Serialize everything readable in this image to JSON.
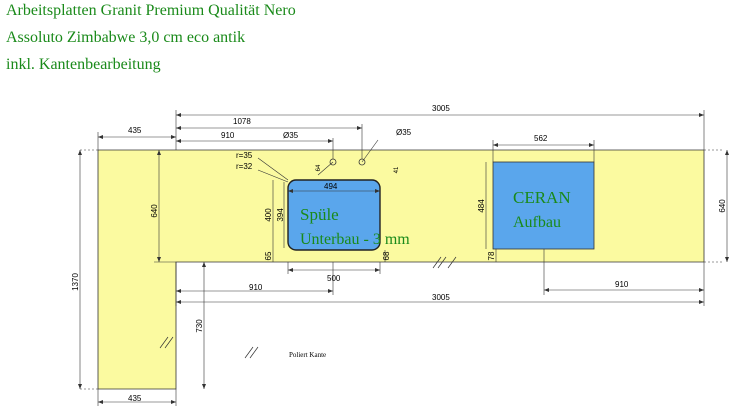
{
  "header": {
    "line1": "Arbeitsplatten Granit Premium Qualität Nero",
    "line2": "Assoluto Zimbabwe 3,0 cm eco antik",
    "line3": "inkl. Kantenbearbeitung"
  },
  "dimensions": {
    "total_width_top": "3005",
    "total_width_bottom": "3005",
    "l_leg_width_top": "435",
    "l_leg_width_bottom": "435",
    "l_leg_height": "1370",
    "counter_depth_left": "640",
    "counter_depth_right": "640",
    "sink_offset_1078": "1078",
    "sink_offset_910_top": "910",
    "sink_offset_910_bottom": "910",
    "hole1": "Ø35",
    "hole2": "Ø35",
    "radius35": "r=35",
    "radius32": "r=32",
    "sink_width": "494",
    "sink_height_400": "400",
    "sink_height_394": "394",
    "sink_bottom_65": "65",
    "sink_total_500": "500",
    "sink_side_68": "68",
    "sink_top_64": "64",
    "sink_top_41": "41",
    "cooktop_width": "562",
    "cooktop_height": "484",
    "cooktop_bottom_78": "78",
    "cooktop_offset_910": "910",
    "leg_height_730": "730"
  },
  "labels": {
    "sink_line1": "Spüle",
    "sink_line2": "Unterbau - 3 mm",
    "cooktop_line1": "CERAN",
    "cooktop_line2": "Aufbau",
    "edge_note": "Poliert Kante"
  },
  "colors": {
    "countertop": "#fbfaa0",
    "cutout": "#5aa6ec",
    "title_text": "#1a8a1a"
  }
}
